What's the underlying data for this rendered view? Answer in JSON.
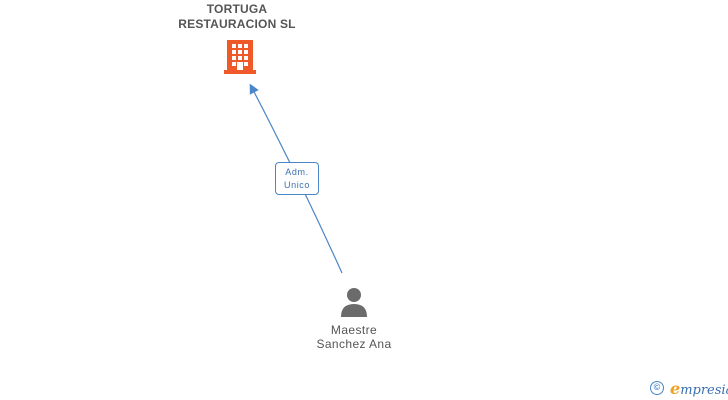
{
  "company": {
    "name_line1": "TORTUGA",
    "name_line2": "RESTAURACION SL"
  },
  "relation": {
    "role_line1": "Adm.",
    "role_line2": "Unico"
  },
  "person": {
    "name_line1": "Maestre",
    "name_line2": "Sanchez Ana"
  },
  "footer": {
    "copyright_symbol": "©",
    "brand_initial": "e",
    "brand_rest": "mpresia"
  },
  "colors": {
    "company_icon": "#f05a2a",
    "person_icon": "#6b6b6b",
    "connector": "#4a86c8",
    "brand_accent": "#f0a020"
  },
  "icons": {
    "company": "building-icon",
    "person": "person-icon",
    "copyright": "copyright-icon"
  }
}
